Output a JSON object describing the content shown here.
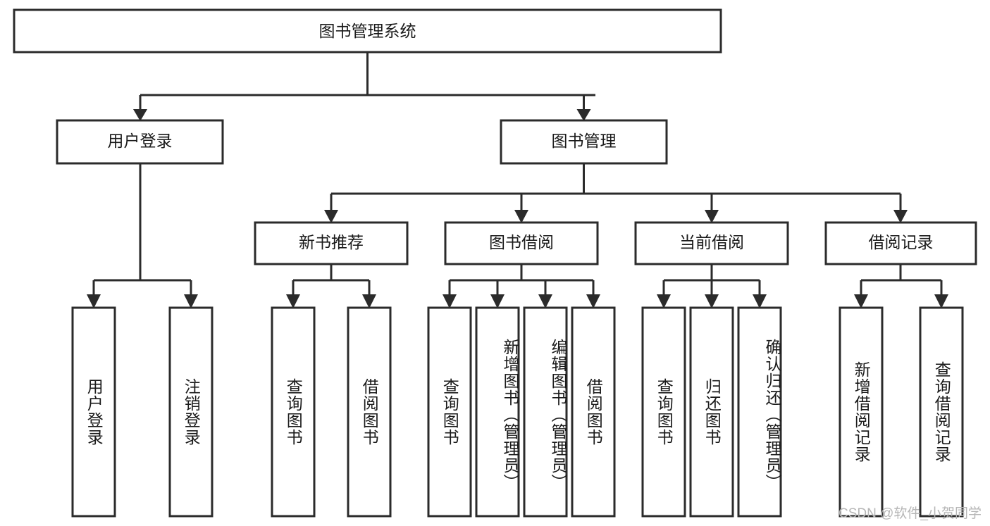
{
  "diagram": {
    "type": "tree-hierarchy",
    "title": "图书管理系统",
    "watermark": "CSDN @软件_小贺同学",
    "colors": {
      "box_stroke": "#2b2b2b",
      "box_fill": "#ffffff",
      "text": "#1a1a1a",
      "connector": "#2b2b2b",
      "watermark": "#b6b6b6",
      "background": "#ffffff"
    },
    "levels": {
      "root": {
        "label": "图书管理系统"
      },
      "level2": [
        {
          "id": "user-login",
          "label": "用户登录"
        },
        {
          "id": "book-management",
          "label": "图书管理"
        }
      ],
      "level3": [
        {
          "id": "new-book-recommend",
          "label": "新书推荐",
          "parent": "book-management"
        },
        {
          "id": "book-borrow",
          "label": "图书借阅",
          "parent": "book-management"
        },
        {
          "id": "current-borrow",
          "label": "当前借阅",
          "parent": "book-management"
        },
        {
          "id": "borrow-record",
          "label": "借阅记录",
          "parent": "book-management"
        }
      ],
      "leaves": [
        {
          "id": "leaf-user-login",
          "label": "用户登录",
          "parent": "user-login"
        },
        {
          "id": "leaf-logout",
          "label": "注销登录",
          "parent": "user-login"
        },
        {
          "id": "leaf-query-book-1",
          "label": "查询图书",
          "parent": "new-book-recommend"
        },
        {
          "id": "leaf-borrow-book-1",
          "label": "借阅图书",
          "parent": "new-book-recommend"
        },
        {
          "id": "leaf-query-book-2",
          "label": "查询图书",
          "parent": "book-borrow"
        },
        {
          "id": "leaf-add-book",
          "label": "新增图书（管理员）",
          "parent": "book-borrow"
        },
        {
          "id": "leaf-edit-book",
          "label": "编辑图书（管理员）",
          "parent": "book-borrow"
        },
        {
          "id": "leaf-borrow-book-2",
          "label": "借阅图书",
          "parent": "book-borrow"
        },
        {
          "id": "leaf-query-book-3",
          "label": "查询图书",
          "parent": "current-borrow"
        },
        {
          "id": "leaf-return-book",
          "label": "归还图书",
          "parent": "current-borrow"
        },
        {
          "id": "leaf-confirm-return",
          "label": "确认归还（管理员）",
          "parent": "current-borrow"
        },
        {
          "id": "leaf-add-record",
          "label": "新增借阅记录",
          "parent": "borrow-record"
        },
        {
          "id": "leaf-query-record",
          "label": "查询借阅记录",
          "parent": "borrow-record"
        }
      ]
    }
  }
}
